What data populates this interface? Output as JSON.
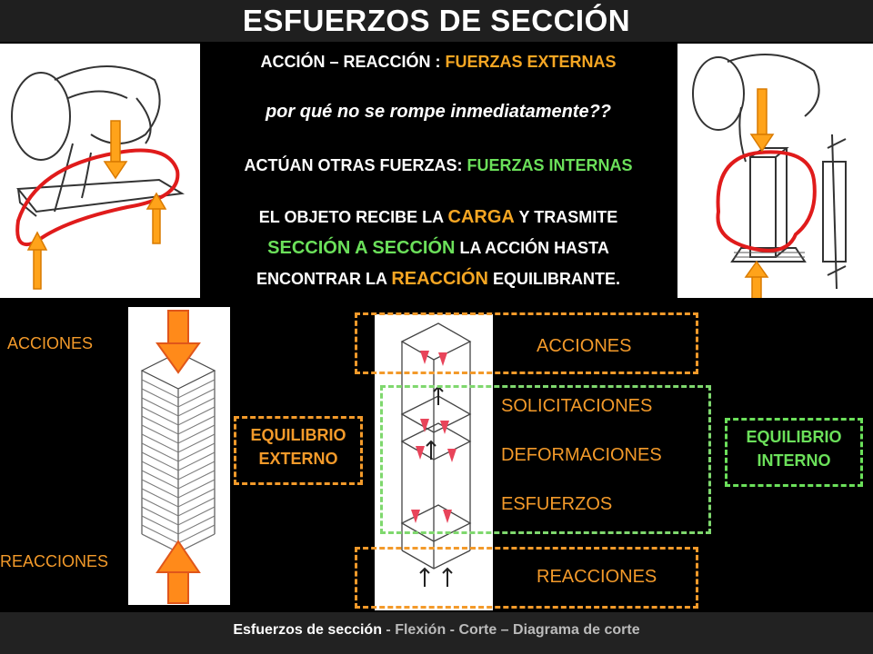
{
  "title": "ESFUERZOS DE SECCIÓN",
  "intro": {
    "line1_a": "ACCIÓN – REACCIÓN : ",
    "line1_b": "FUERZAS EXTERNAS",
    "question": "por qué no se rompe inmediatamente??",
    "line3_a": "ACTÚAN OTRAS FUERZAS: ",
    "line3_b": "FUERZAS INTERNAS",
    "p1_a": "EL OBJETO RECIBE LA ",
    "p1_b": "CARGA",
    "p1_c": " Y TRASMITE",
    "p2_a": "SECCIÓN A SECCIÓN",
    "p2_b": " LA ACCIÓN HASTA",
    "p3_a": "ENCONTRAR LA ",
    "p3_b": "REACCIÓN",
    "p3_c": " EQUILIBRANTE."
  },
  "left_labels": {
    "acciones": "ACCIONES",
    "reacciones": "REACCIONES"
  },
  "equilibrio_externo": {
    "line1": "EQUILIBRIO",
    "line2": "EXTERNO"
  },
  "equilibrio_interno": {
    "line1": "EQUILIBRIO",
    "line2": "INTERNO"
  },
  "right_labels": {
    "acciones": "ACCIONES",
    "solicitaciones": "SOLICITACIONES",
    "deformaciones": "DEFORMACIONES",
    "esfuerzos": "ESFUERZOS",
    "reacciones": "REACCIONES"
  },
  "footer": {
    "main": "Esfuerzos de sección",
    "sep1": " - ",
    "item1": "Flexión",
    "sep2": " - ",
    "item2": "Corte – Diagrama de corte"
  },
  "colors": {
    "orange": "#f39a2a",
    "green": "#6be05a",
    "red": "#e01b1b",
    "arrow_fill": "#ff9a1a"
  }
}
